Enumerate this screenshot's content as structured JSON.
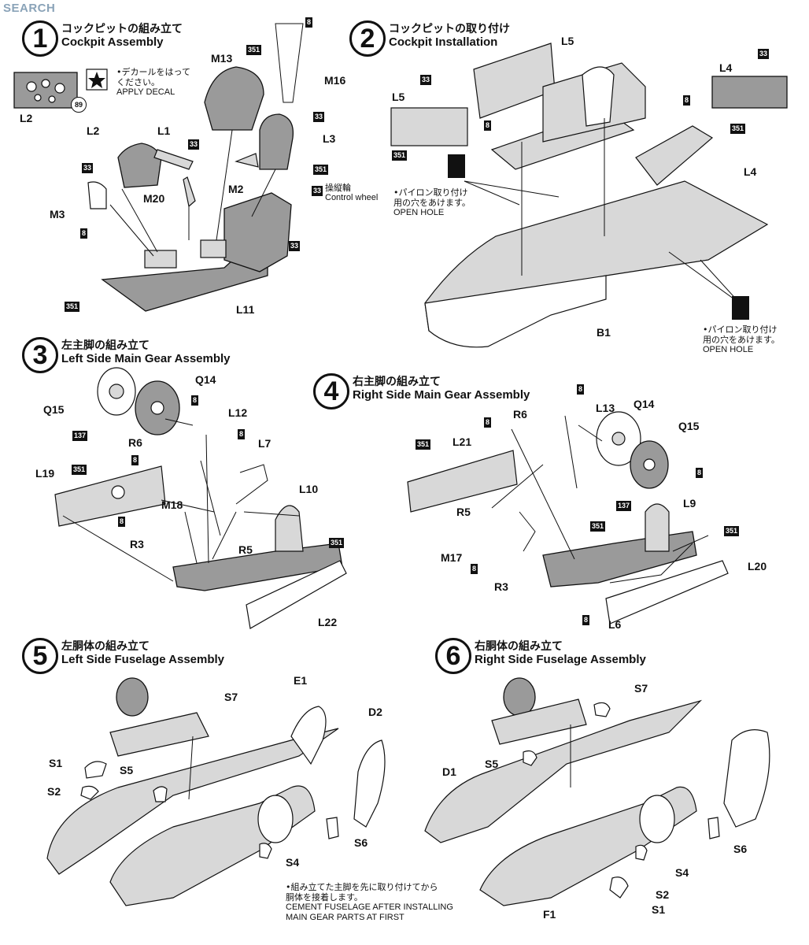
{
  "watermark": "SEARCH",
  "steps": [
    {
      "num": "1",
      "jp": "コックピットの組み立て",
      "en": "Cockpit Assembly"
    },
    {
      "num": "2",
      "jp": "コックピットの取り付け",
      "en": "Cockpit Installation"
    },
    {
      "num": "3",
      "jp": "左主脚の組み立て",
      "en": "Left Side Main Gear Assembly"
    },
    {
      "num": "4",
      "jp": "右主脚の組み立て",
      "en": "Right Side Main Gear Assembly"
    },
    {
      "num": "5",
      "jp": "左胴体の組み立て",
      "en": "Left Side Fuselage Assembly"
    },
    {
      "num": "6",
      "jp": "右胴体の組み立て",
      "en": "Right Side Fuselage Assembly"
    }
  ],
  "notes": {
    "decal_jp": "•デカールをはって\nください。",
    "decal_en": "APPLY DECAL",
    "control_wheel_jp": "操縦輪",
    "control_wheel_en": "Control wheel",
    "open_hole_jp": "•パイロン取り付け\n用の穴をあけます。",
    "open_hole_en": "OPEN HOLE",
    "cement_jp": "•組み立てた主脚を先に取り付けてから\n胴体を接着します。",
    "cement_en": "CEMENT FUSELAGE AFTER INSTALLING\nMAIN GEAR PARTS AT FIRST"
  },
  "parts": {
    "L2": "L2",
    "L1": "L1",
    "M13": "M13",
    "M16": "M16",
    "L3": "L3",
    "M2": "M2",
    "M20": "M20",
    "M3": "M3",
    "L11": "L11",
    "L5": "L5",
    "L4": "L4",
    "B1": "B1",
    "Q14": "Q14",
    "Q15": "Q15",
    "L12": "L12",
    "R6": "R6",
    "L7": "L7",
    "L19": "L19",
    "M18": "M18",
    "L10": "L10",
    "R3": "R3",
    "R5": "R5",
    "L22": "L22",
    "L13": "L13",
    "L21": "L21",
    "L9": "L9",
    "M17": "M17",
    "L20": "L20",
    "L6": "L6",
    "E1": "E1",
    "D2": "D2",
    "S7": "S7",
    "S1": "S1",
    "S5": "S5",
    "S2": "S2",
    "S6": "S6",
    "S4": "S4",
    "D1": "D1",
    "F1": "F1"
  },
  "paint": {
    "c8": "8",
    "c33": "33",
    "c351": "351",
    "c137": "137",
    "c89": "89"
  },
  "colors": {
    "ink": "#111111",
    "part_gray": "#9a9a9a",
    "light_gray": "#d8d8d8",
    "watermark": "#8aa3b8"
  }
}
